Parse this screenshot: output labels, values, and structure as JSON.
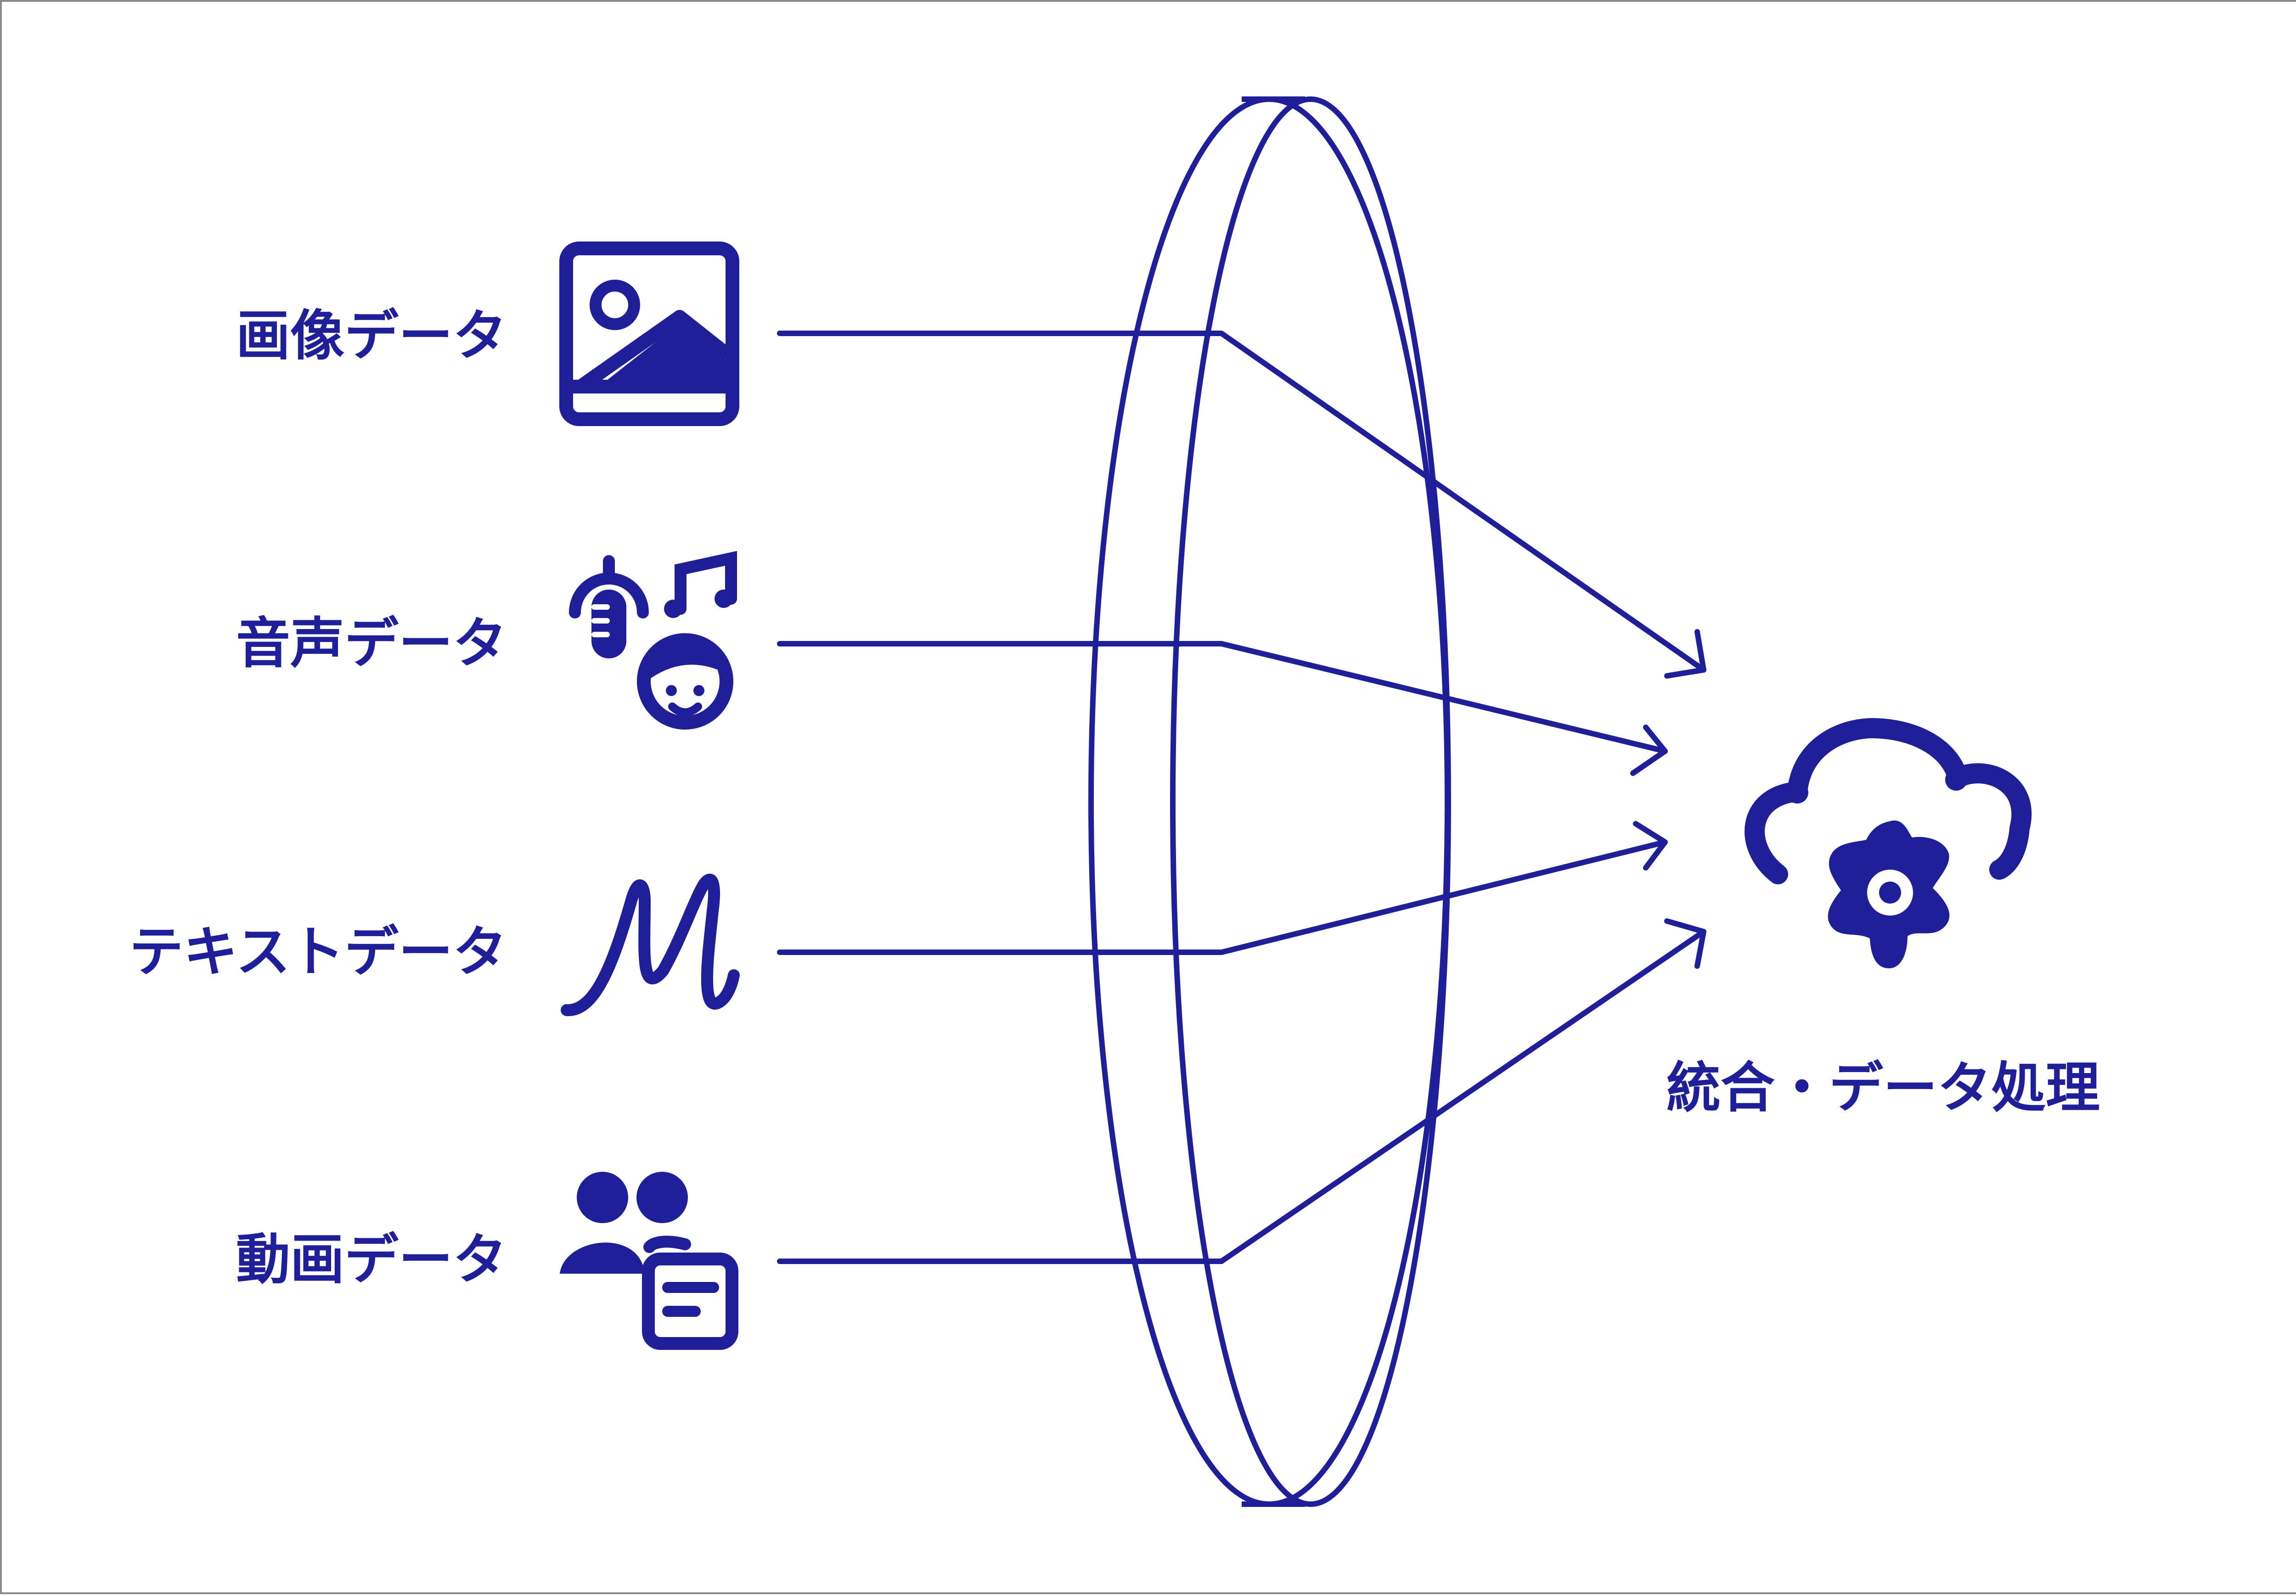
{
  "accent_color": "#1f1f99",
  "inputs": [
    {
      "label": "画像データ",
      "icon": "image-icon"
    },
    {
      "label": "音声データ",
      "icon": "voice-music-icon"
    },
    {
      "label": "テキストデータ",
      "icon": "text-script-icon"
    },
    {
      "label": "動画データ",
      "icon": "people-card-icon"
    }
  ],
  "lens": {
    "icon": "lens-disc"
  },
  "output": {
    "label": "統合・データ処理",
    "icon": "cloud-gear-icon"
  }
}
